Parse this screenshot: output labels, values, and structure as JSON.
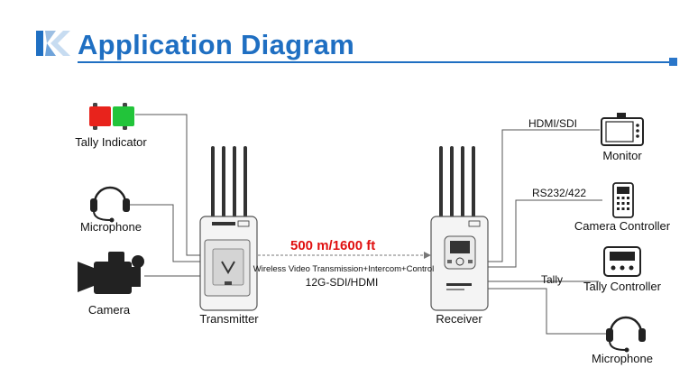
{
  "title": "Application Diagram",
  "distance": "500 m/1600 ft",
  "link_label": "Wireless Video Transmission+Intercom+Control",
  "signal_label": "12G-SDI/HDMI",
  "transmitter": {
    "label": "Transmitter",
    "inputs": [
      {
        "name": "Tally Indicator",
        "icon": "tally-light-icon"
      },
      {
        "name": "Microphone",
        "icon": "headset-icon"
      },
      {
        "name": "Camera",
        "icon": "camera-icon"
      }
    ]
  },
  "receiver": {
    "label": "Receiver",
    "outputs": [
      {
        "name": "Monitor",
        "connection": "HDMI/SDI",
        "icon": "monitor-icon"
      },
      {
        "name": "Camera Controller",
        "connection": "RS232/422",
        "icon": "remote-controller-icon"
      },
      {
        "name": "Tally Controller",
        "connection": "Tally",
        "icon": "tally-controller-icon"
      },
      {
        "name": "Microphone",
        "connection": "",
        "icon": "headset-icon"
      }
    ]
  },
  "colors": {
    "title": "#1f6fc2",
    "distance": "#e01010",
    "tally_red": "#e8231c",
    "tally_green": "#22c43a"
  }
}
